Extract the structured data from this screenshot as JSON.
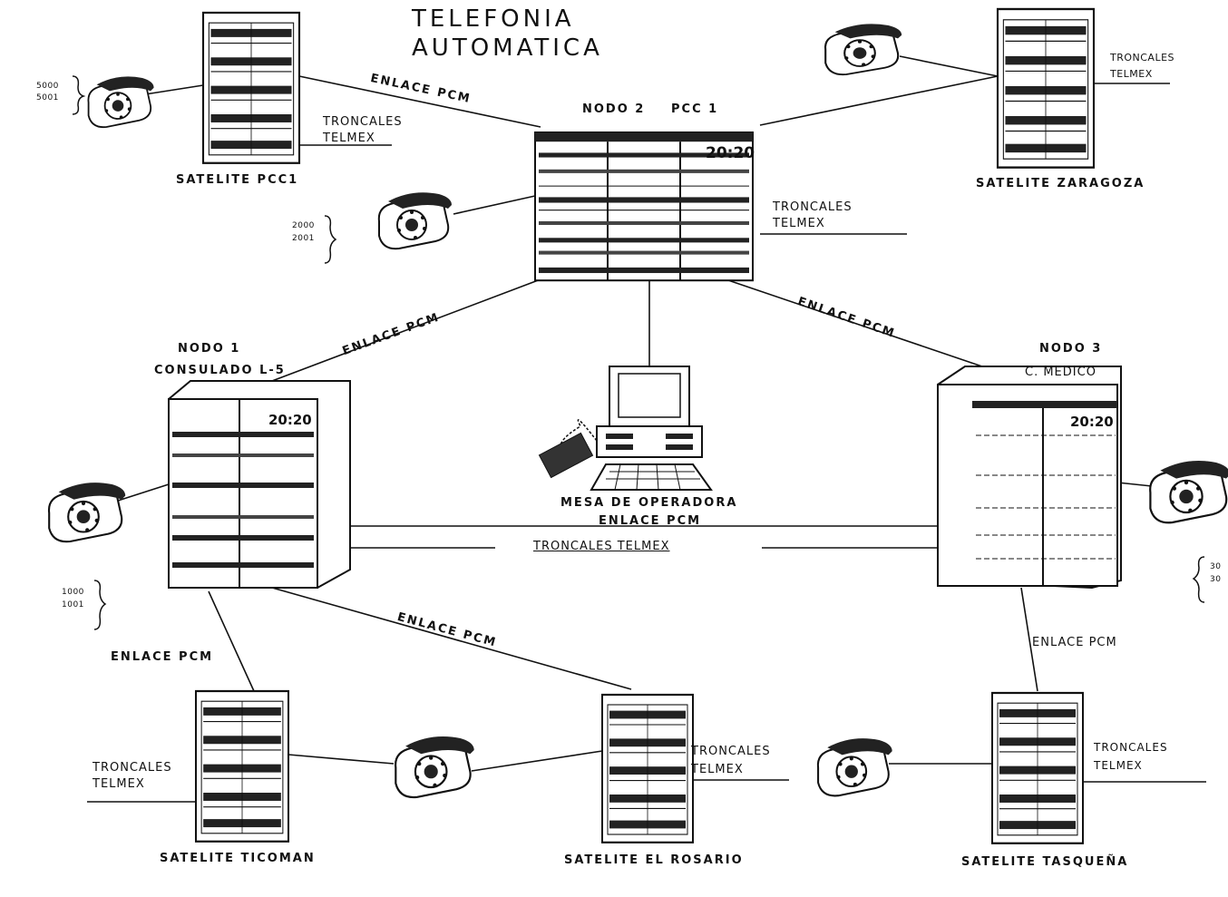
{
  "title": {
    "line1": "TELEFONIA",
    "line2": "AUTOMATICA"
  },
  "nodes": {
    "nodo2": {
      "name": "NODO 2",
      "location": "PCC 1",
      "clock": "20:20"
    },
    "nodo1": {
      "name": "NODO 1",
      "location": "CONSULADO L-5",
      "clock": "20:20"
    },
    "nodo3": {
      "name": "NODO 3",
      "location": "C. MEDICO",
      "clock": "20:20"
    }
  },
  "satellites": {
    "pcc1": "SATELITE PCC1",
    "zaragoza": "SATELITE ZARAGOZA",
    "ticoman": "SATELITE TICOMAN",
    "rosario": "SATELITE EL ROSARIO",
    "tasquena": "SATELITE TASQUEÑA"
  },
  "operator": "MESA DE OPERADORA",
  "links": {
    "pcm": "ENLACE PCM",
    "trunks_line1": "TRONCALES",
    "trunks_line2": "TELMEX",
    "trunks_full": "TRONCALES TELMEX"
  },
  "extensions": {
    "pcc1": [
      "5000",
      "5001"
    ],
    "nodo2": [
      "2000",
      "2001"
    ],
    "nodo1": [
      "1000",
      "1001"
    ],
    "nodo3": [
      "30",
      "30"
    ]
  }
}
